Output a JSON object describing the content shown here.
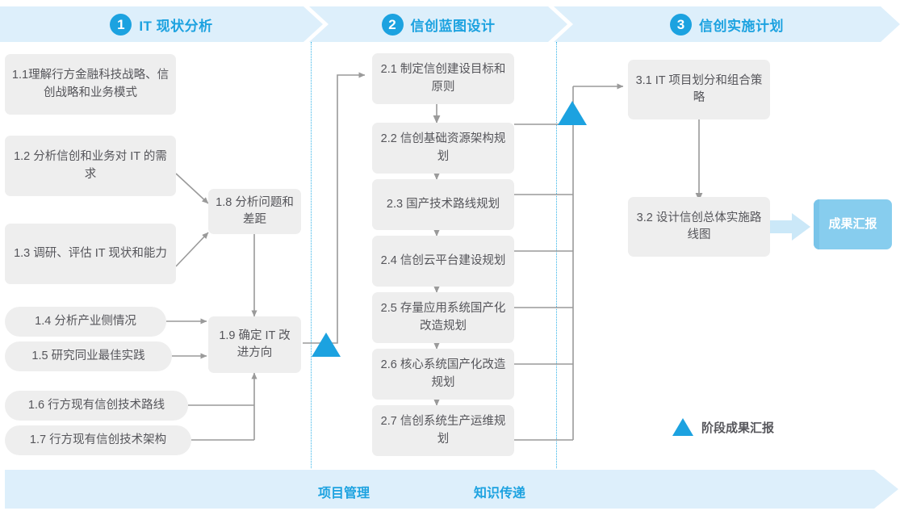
{
  "phases": [
    {
      "num": "1",
      "title": "IT 现状分析"
    },
    {
      "num": "2",
      "title": "信创蓝图设计"
    },
    {
      "num": "3",
      "title": "信创实施计划"
    }
  ],
  "tasks": {
    "phase1": [
      {
        "id": "1.1",
        "text": "1.1理解行方金融科技战略、信创战略和业务模式"
      },
      {
        "id": "1.2",
        "text": "1.2 分析信创和业务对 IT 的需求"
      },
      {
        "id": "1.3",
        "text": "1.3 调研、评估 IT 现状和能力"
      },
      {
        "id": "1.4",
        "text": "1.4 分析产业侧情况"
      },
      {
        "id": "1.5",
        "text": "1.5 研究同业最佳实践"
      },
      {
        "id": "1.6",
        "text": "1.6 行方现有信创技术路线"
      },
      {
        "id": "1.7",
        "text": "1.7 行方现有信创技术架构"
      },
      {
        "id": "1.8",
        "text": "1.8 分析问题和差距"
      },
      {
        "id": "1.9",
        "text": "1.9 确定 IT 改进方向"
      }
    ],
    "phase2": [
      {
        "id": "2.1",
        "text": "2.1 制定信创建设目标和原则"
      },
      {
        "id": "2.2",
        "text": "2.2 信创基础资源架构规划"
      },
      {
        "id": "2.3",
        "text": "2.3 国产技术路线规划"
      },
      {
        "id": "2.4",
        "text": "2.4 信创云平台建设规划"
      },
      {
        "id": "2.5",
        "text": "2.5 存量应用系统国产化改造规划"
      },
      {
        "id": "2.6",
        "text": "2.6 核心系统国产化改造规划"
      },
      {
        "id": "2.7",
        "text": "2.7 信创系统生产运维规划"
      }
    ],
    "phase3": [
      {
        "id": "3.1",
        "text": "3.1 IT 项目划分和组合策略"
      },
      {
        "id": "3.2",
        "text": "3.2 设计信创总体实施路线图"
      }
    ]
  },
  "result": {
    "text": "成果汇报"
  },
  "legend": {
    "label": "阶段成果汇报"
  },
  "bottom": {
    "labels": [
      "项目管理",
      "知识传递"
    ]
  },
  "colors": {
    "accent": "#1ca2e0",
    "band": "#ddeffb",
    "box": "#eeeeee",
    "box_text": "#55555a",
    "result": "#87cdee",
    "connector": "#9a9a9a",
    "separator": "#35b4e8"
  }
}
